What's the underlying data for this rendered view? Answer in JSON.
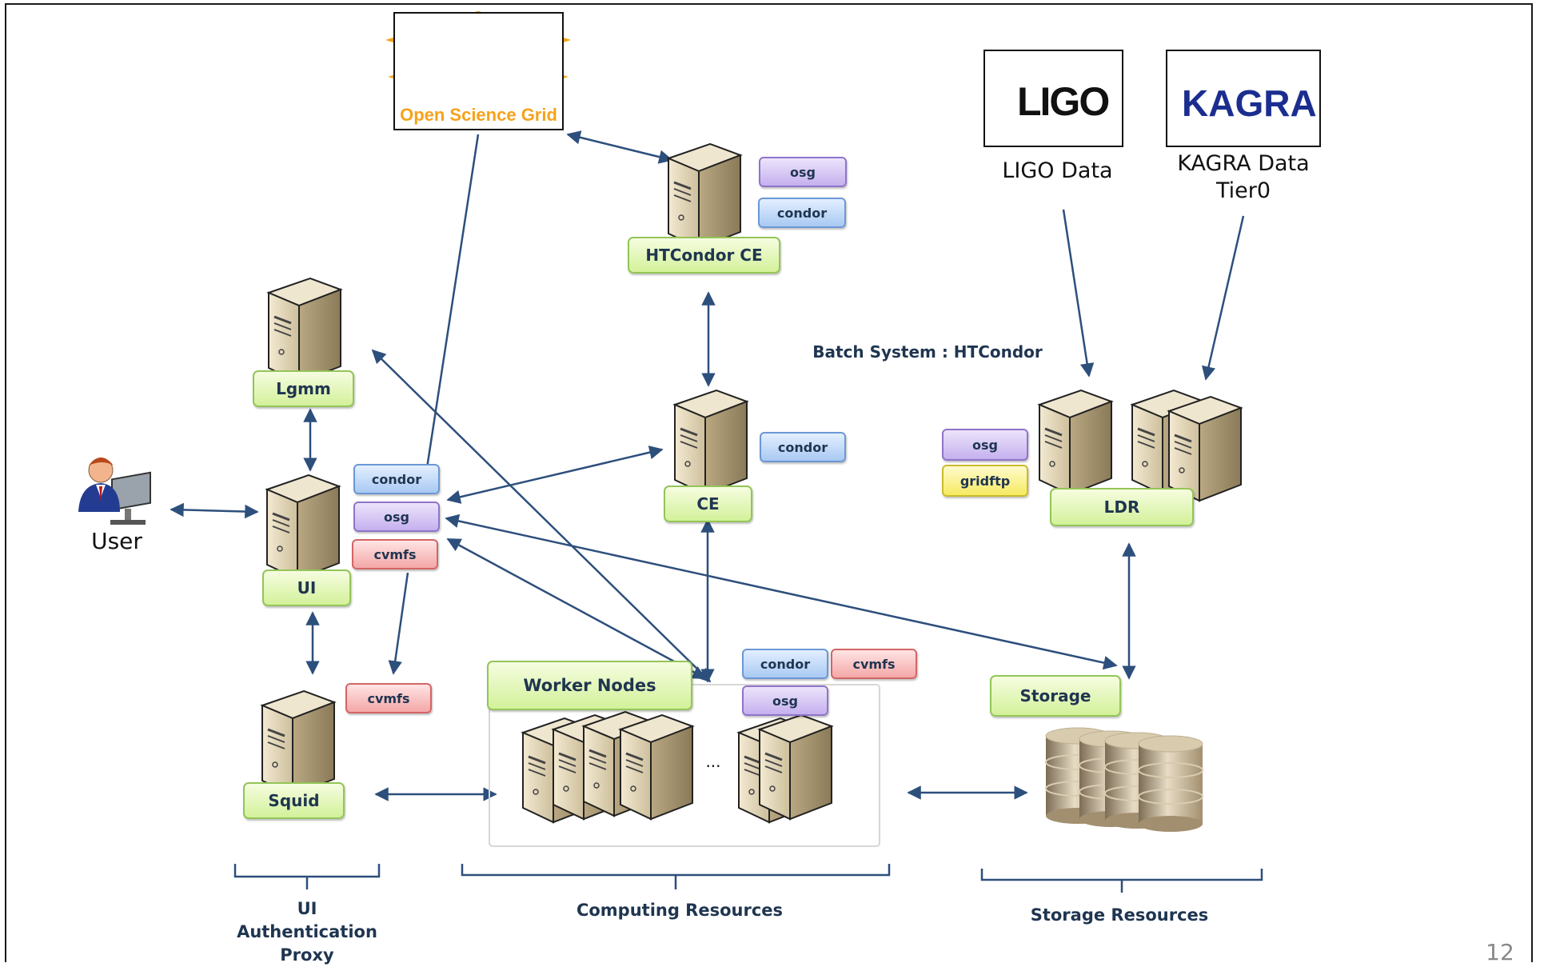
{
  "logos": {
    "osg": "Open Science Grid",
    "ligo": "LIGO",
    "kagra": "KAGRA"
  },
  "sources": {
    "ligo_data": "LIGO Data",
    "kagra_data_line1": "KAGRA Data",
    "kagra_data_line2": "Tier0"
  },
  "nodes": {
    "htcondor_ce": "HTCondor CE",
    "lgmm": "Lgmm",
    "ui": "UI",
    "ce": "CE",
    "ldr": "LDR",
    "squid": "Squid",
    "worker_nodes": "Worker Nodes",
    "storage": "Storage"
  },
  "tags": {
    "osg": "osg",
    "condor": "condor",
    "cvmfs": "cvmfs",
    "gridftp": "gridftp"
  },
  "user_label": "User",
  "batch_system": "Batch System : HTCondor",
  "ellipsis": "...",
  "groups": {
    "ui_line1": "UI",
    "ui_line2": "Authentication",
    "ui_line3": "Proxy",
    "computing": "Computing Resources",
    "storage": "Storage Resources"
  },
  "page_number": "12",
  "colors": {
    "arrow": "#2d4f7c",
    "label_text": "#1f3550",
    "label_fill": "#d3f19a",
    "osg_orange": "#f7a21b"
  }
}
